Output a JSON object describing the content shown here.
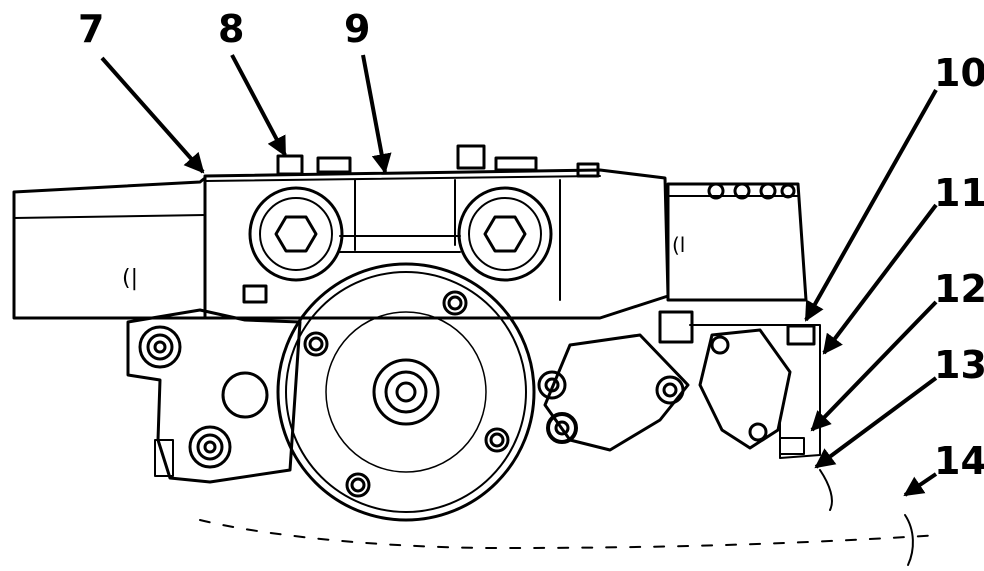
{
  "callouts": [
    {
      "label": "7"
    },
    {
      "label": "8"
    },
    {
      "label": "9"
    },
    {
      "label": "10"
    },
    {
      "label": "11"
    },
    {
      "label": "12"
    },
    {
      "label": "13"
    },
    {
      "label": "14"
    }
  ],
  "colors": {
    "line": "#000000",
    "background": "#ffffff"
  }
}
